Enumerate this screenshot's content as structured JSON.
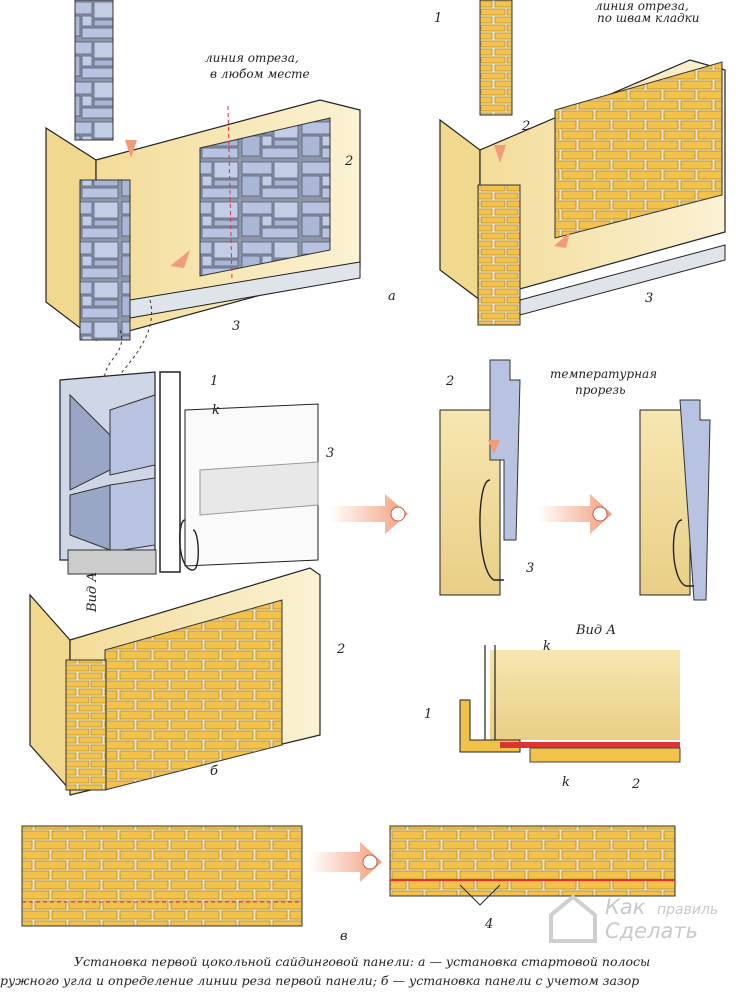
{
  "labels": {
    "cut_line": "линия отреза,",
    "cut_anywhere": "в любом месте",
    "cut_line_top_right": "линия отреза,",
    "along_joints": "по швам кладки",
    "thermal": "температурная",
    "slot": "прорезь",
    "view_a": "Вид А",
    "view_a2": "Вид А",
    "k": "k",
    "n1": "1",
    "n2": "2",
    "n3": "3",
    "n4": "4",
    "a": "а",
    "b": "б",
    "v": "в"
  },
  "caption": {
    "line1": "Установка первой цокольной сайдинговой панели: а — установка стартовой полосы",
    "line2": "ружного угла и определение линии реза первой панели; б — установка панели с учетом зазор"
  },
  "watermark": {
    "line1": "Как",
    "line2": "Сделать",
    "line3": "правиль"
  },
  "colors": {
    "brick": "#f2c24a",
    "wall": "#f6e7b3",
    "stone": "#b7c3e0",
    "arrow": "#f4a98c"
  }
}
